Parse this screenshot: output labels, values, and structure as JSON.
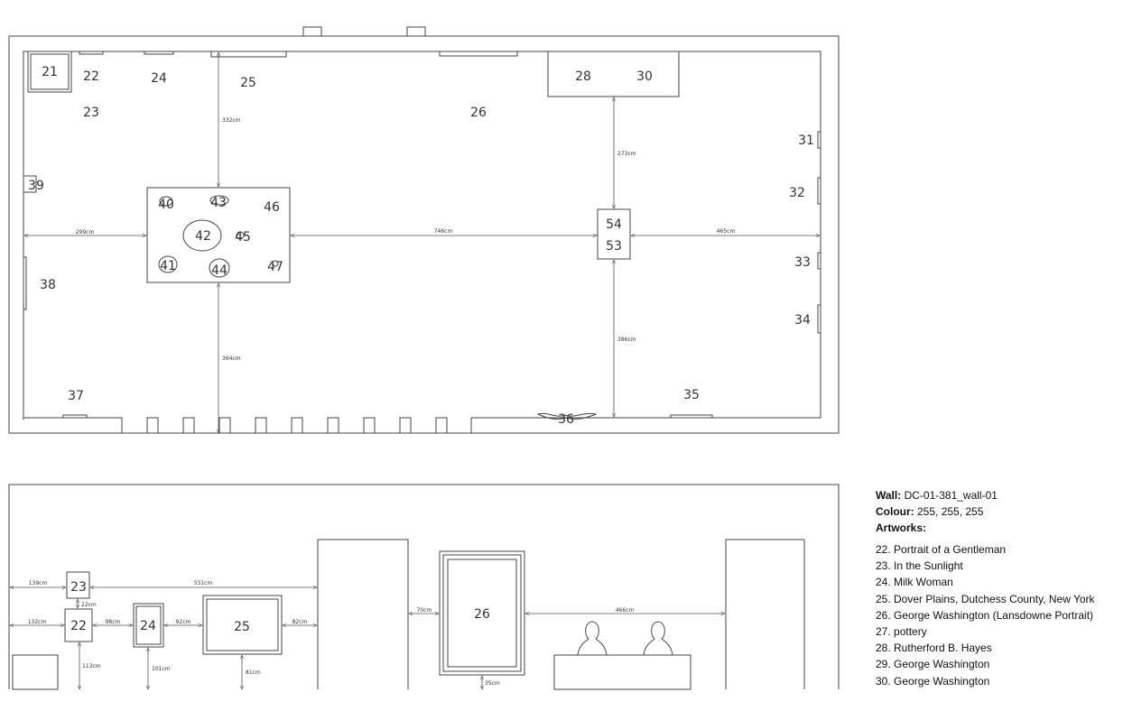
{
  "plan": {
    "labels": [
      "21",
      "22",
      "23",
      "24",
      "25",
      "26",
      "28",
      "30",
      "31",
      "32",
      "33",
      "34",
      "35",
      "36",
      "37",
      "38",
      "39",
      "40",
      "41",
      "42",
      "43",
      "44",
      "45",
      "46",
      "47",
      "53",
      "54"
    ],
    "dimensions": [
      "332cm",
      "273cm",
      "299cm",
      "746cm",
      "465cm",
      "364cm",
      "386cm"
    ]
  },
  "elevation": {
    "labels": [
      "23",
      "22",
      "24",
      "25",
      "26"
    ],
    "dimensions": [
      "139cm",
      "531cm",
      "22cm",
      "132cm",
      "98cm",
      "92cm",
      "82cm",
      "113cm",
      "101cm",
      "81cm",
      "70cm",
      "466cm",
      "35cm"
    ]
  },
  "info": {
    "wall_label": "Wall:",
    "wall_value": "DC-01-381_wall-01",
    "colour_label": "Colour:",
    "colour_value": "255, 255, 255",
    "artworks_label": "Artworks:",
    "artworks": [
      "22. Portrait of a Gentleman",
      "23. In the Sunlight",
      "24. Milk Woman",
      "25. Dover Plains, Dutchess County, New York",
      "26. George Washington (Lansdowne Portrait)",
      "27. pottery",
      "28. Rutherford B. Hayes",
      "29. George Washington",
      "30. George Washington"
    ]
  }
}
